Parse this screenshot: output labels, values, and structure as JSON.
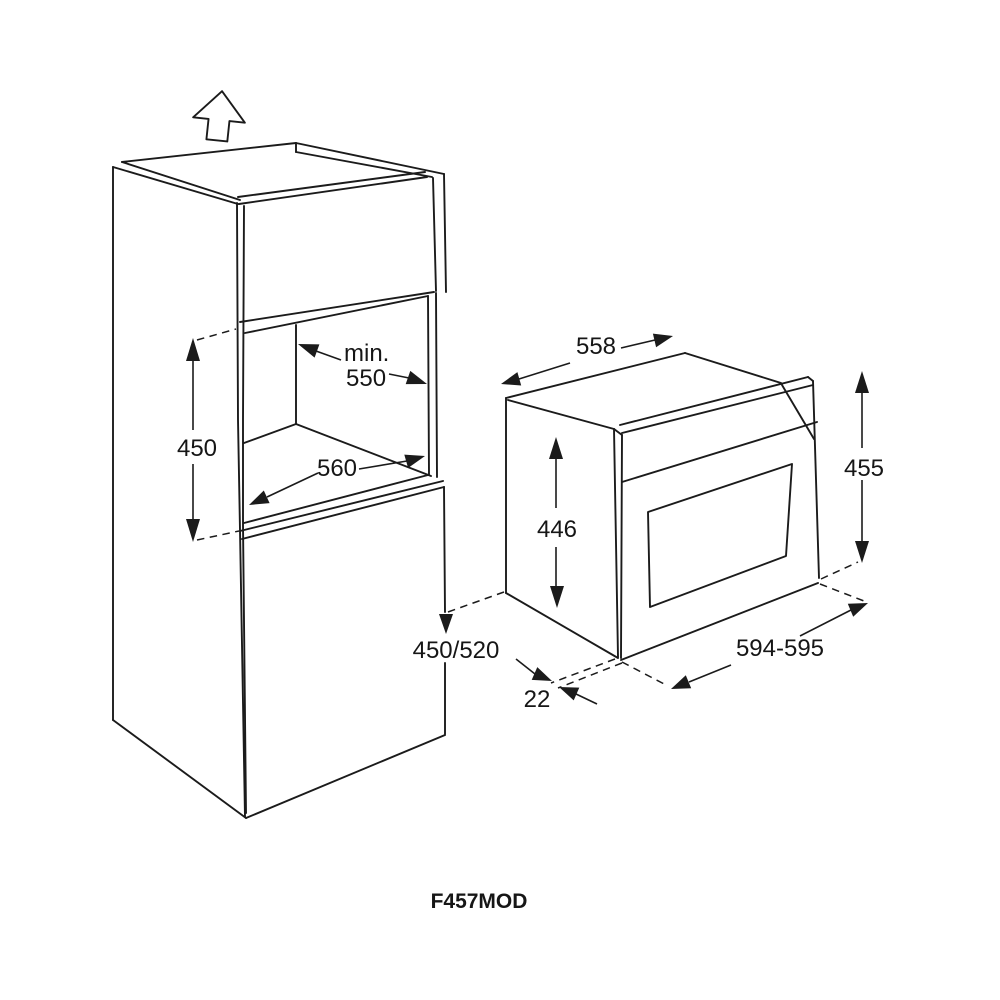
{
  "model_label": "F457MOD",
  "colors": {
    "line": "#1b1b1b",
    "background": "#ffffff"
  },
  "cabinet_dims": {
    "niche_height": "450",
    "niche_min_width_prefix": "min.",
    "niche_min_width": "550",
    "niche_depth": "560",
    "lower_depth": "450/520"
  },
  "oven_dims": {
    "body_width": "558",
    "body_height": "446",
    "total_height": "455",
    "front_width": "594-595",
    "front_overhang": "22"
  }
}
